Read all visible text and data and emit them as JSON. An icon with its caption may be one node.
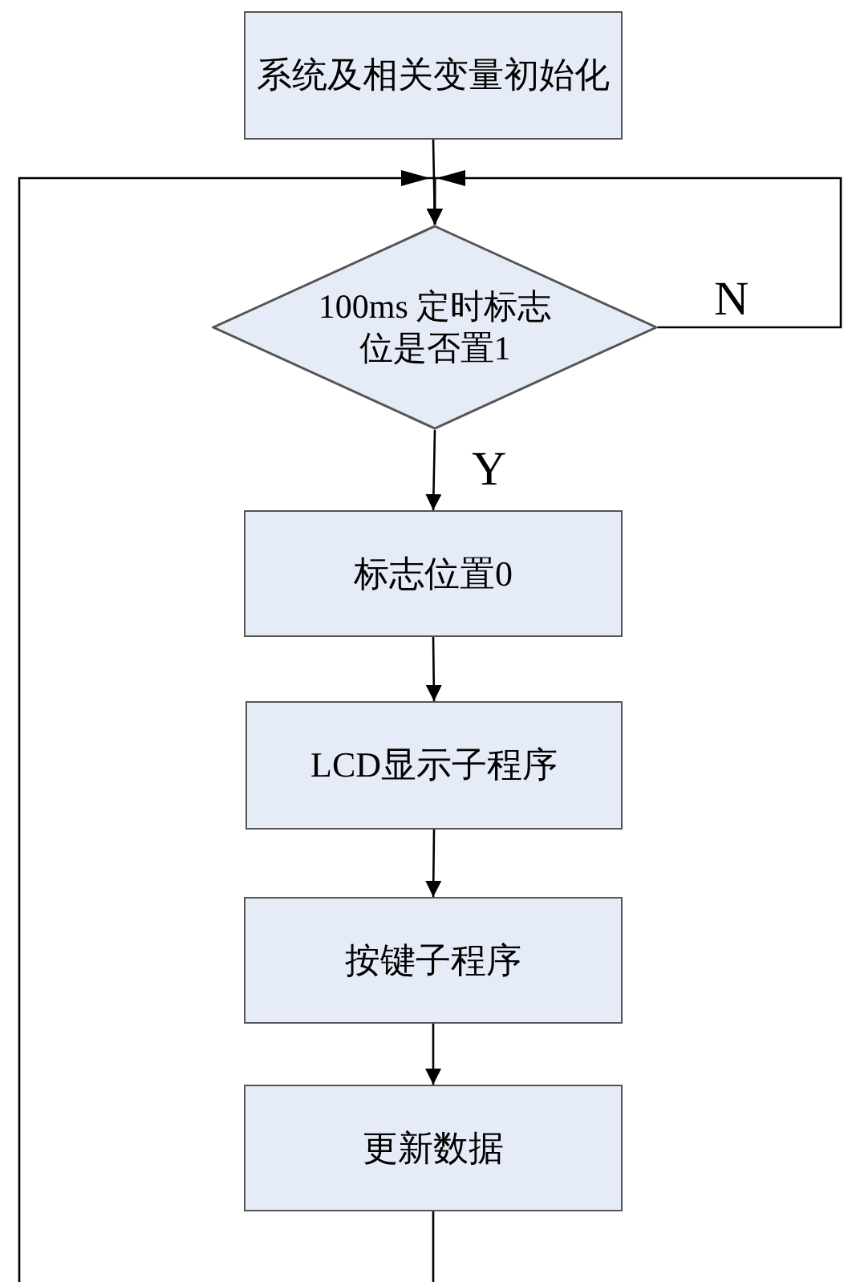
{
  "diagram": {
    "nodes": [
      {
        "text": [
          "系统及相关变量初始化"
        ]
      },
      {
        "text": [
          "100ms 定时标志位是否置1"
        ]
      },
      {
        "text": [
          "标志位置0"
        ]
      },
      {
        "text": [
          "LCD显示子程序"
        ]
      },
      {
        "text": [
          "按键子程序"
        ]
      },
      {
        "text": [
          "更新数据"
        ]
      }
    ],
    "edges": [
      {
        "from": 0,
        "to": 1,
        "arrow": "to"
      },
      {
        "from": 1,
        "to": 1,
        "arrow": "to",
        "label": "N"
      },
      {
        "from": 1,
        "to": 2,
        "arrow": "to",
        "label": "Y"
      },
      {
        "from": 2,
        "to": 3,
        "arrow": "to"
      },
      {
        "from": 3,
        "to": 4,
        "arrow": "to"
      },
      {
        "from": 4,
        "to": 5,
        "arrow": "to"
      },
      {
        "from": 5,
        "to": 1,
        "arrow": "to"
      }
    ]
  }
}
